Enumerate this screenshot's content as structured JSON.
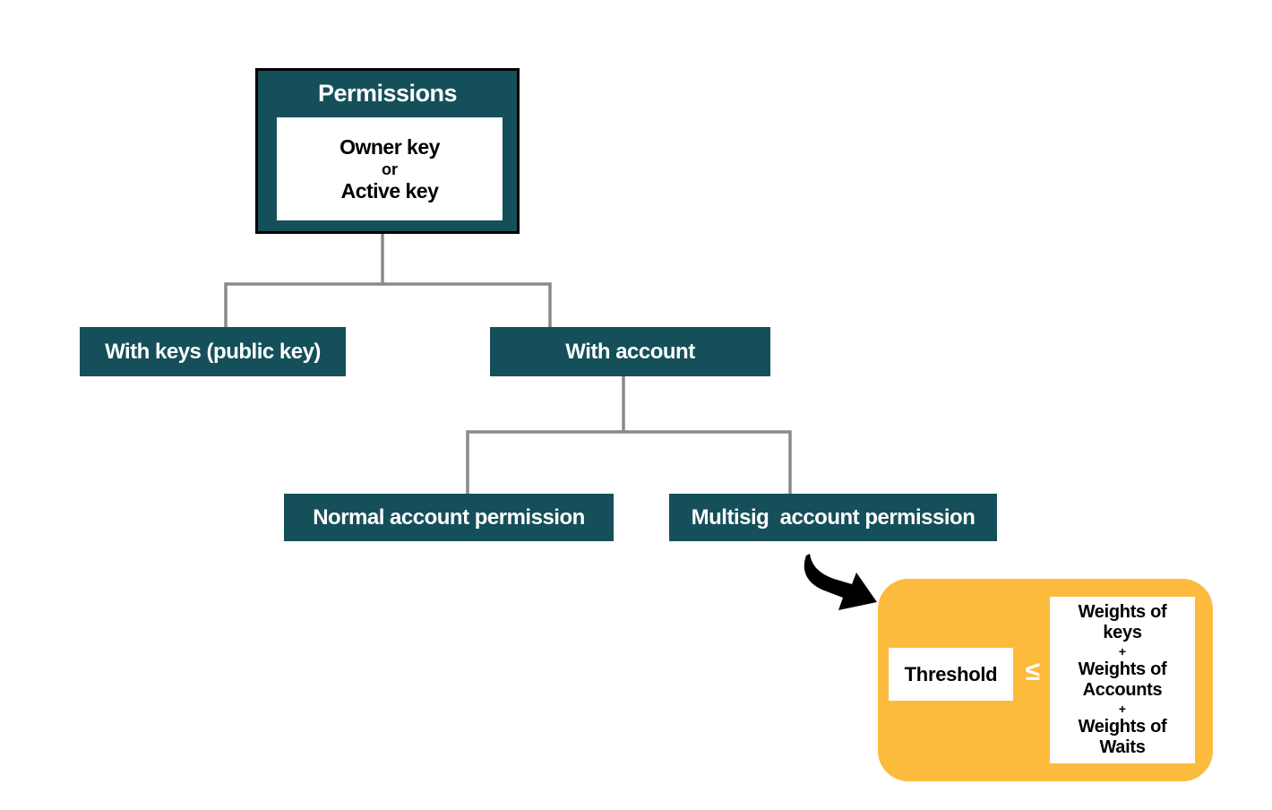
{
  "root": {
    "title": "Permissions",
    "key_line_1": "Owner key",
    "key_line_or": "or",
    "key_line_2": "Active key"
  },
  "level1": {
    "with_keys": "With keys (public key)",
    "with_account": "With account"
  },
  "level2": {
    "normal": "Normal account permission",
    "multisig": "Multisig  account permission"
  },
  "multisig_detail": {
    "threshold": "Threshold",
    "operator": "≤",
    "weights_keys_1": "Weights of",
    "weights_keys_2": "keys",
    "plus_1": "+",
    "weights_accounts_1": "Weights of",
    "weights_accounts_2": "Accounts",
    "plus_2": "+",
    "weights_waits_1": "Weights of",
    "weights_waits_2": "Waits"
  },
  "colors": {
    "node_fill": "#154f5a",
    "connector": "#8a8a8a",
    "highlight_fill": "#fdbb3d",
    "arrow": "#000000"
  },
  "icons": {
    "pointer_arrow": "curved-arrow-icon"
  }
}
